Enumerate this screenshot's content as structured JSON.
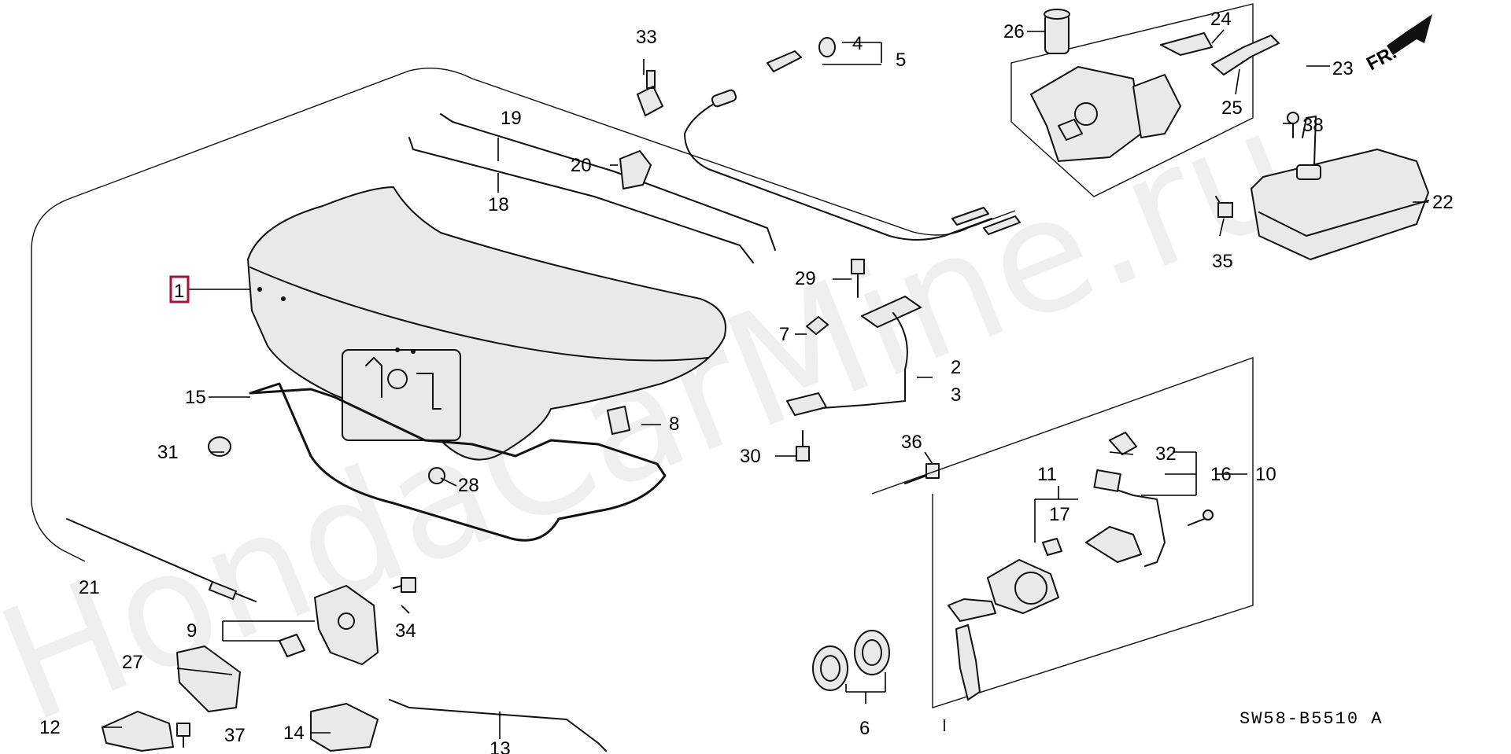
{
  "watermark": "HondaCarMine.ru",
  "diagram_code": "SW58-B5510 A",
  "front_marker": "FR.",
  "callouts": {
    "c1": "1",
    "c2": "2",
    "c3": "3",
    "c4": "4",
    "c5": "5",
    "c6": "6",
    "c7": "7",
    "c8": "8",
    "c9": "9",
    "c10": "10",
    "c11": "11",
    "c12": "12",
    "c13": "13",
    "c14": "14",
    "c15": "15",
    "c16": "16",
    "c17": "17",
    "c18": "18",
    "c19": "19",
    "c20": "20",
    "c21": "21",
    "c22": "22",
    "c23": "23",
    "c24": "24",
    "c25": "25",
    "c26": "26",
    "c27": "27",
    "c28": "28",
    "c29": "29",
    "c30": "30",
    "c31": "31",
    "c32": "32",
    "c33": "33",
    "c34": "34",
    "c35": "35",
    "c36": "36",
    "c37": "37",
    "c38": "38"
  },
  "colors": {
    "highlight": "#a0163a",
    "line": "#111111",
    "fill": "#e9e9e9"
  }
}
